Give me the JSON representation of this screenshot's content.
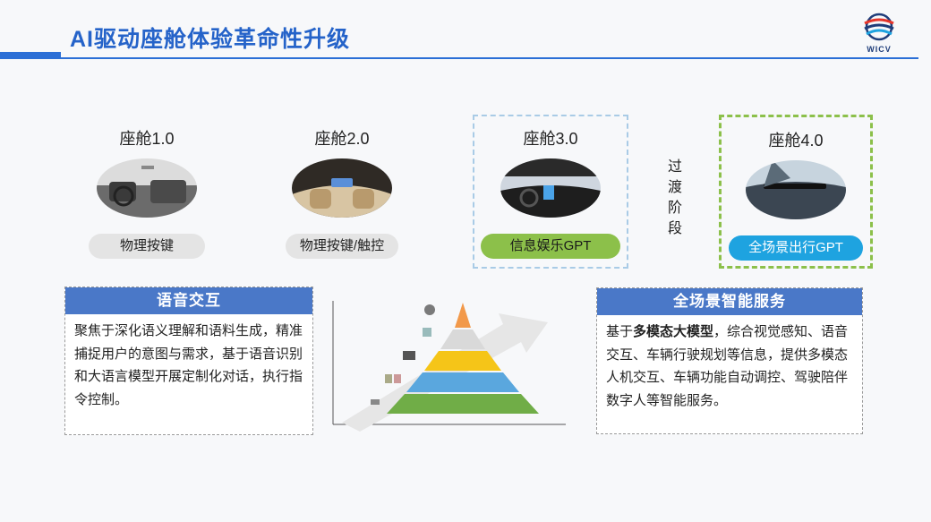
{
  "header": {
    "title": "AI驱动座舱体验革命性升级",
    "logo_text": "WICV"
  },
  "stages": [
    {
      "title": "座舱1.0",
      "label": "物理按键"
    },
    {
      "title": "座舱2.0",
      "label": "物理按键/触控"
    },
    {
      "title": "座舱3.0",
      "label": "信息娱乐GPT"
    },
    {
      "title": "座舱4.0",
      "label": "全场景出行GPT"
    }
  ],
  "transition": [
    "过",
    "渡",
    "阶",
    "段"
  ],
  "left_panel": {
    "heading": "语音交互",
    "body": "聚焦于深化语义理解和语料生成，精准捕捉用户的意图与需求，基于语音识别和大语言模型开展定制化对话，执行指令控制。"
  },
  "right_panel": {
    "heading": "全场景智能服务",
    "body_prefix": "基于",
    "body_bold": "多模态大模型",
    "body_suffix": "，综合视觉感知、语音交互、车辆行驶规划等信息，提供多模态人机交互、车辆功能自动调控、驾驶陪伴数字人等智能服务。"
  },
  "colors": {
    "title_blue": "#2563c9",
    "panel_header": "#4a78c8",
    "pill_green": "#8cc04a",
    "pill_blue": "#1ea3e0",
    "pyramid_layers": [
      "#f2994a",
      "#d9d9d9",
      "#f5c518",
      "#5aa7de",
      "#70ad47"
    ]
  }
}
